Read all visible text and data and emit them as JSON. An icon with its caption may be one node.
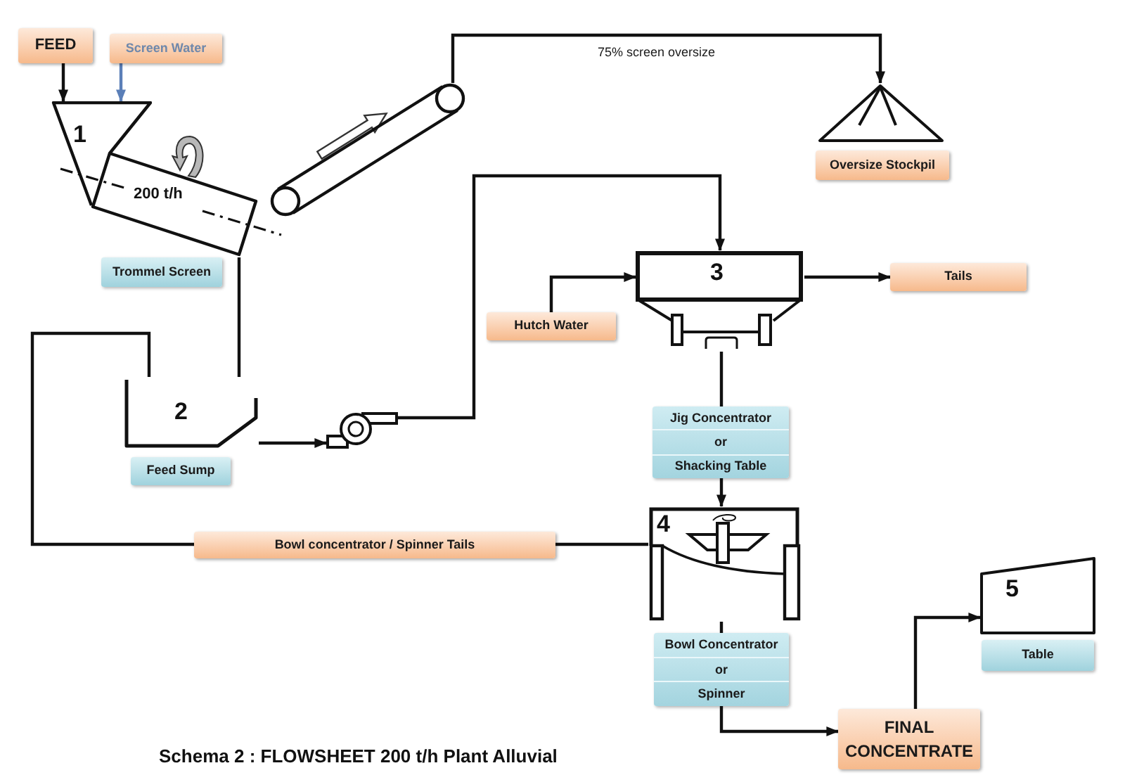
{
  "diagram": {
    "caption": "Schema 2 : FLOWSHEET 200 t/h Plant Alluvial",
    "nodes": [
      {
        "text": [
          "FEED"
        ]
      },
      {
        "text": [
          "Screen Water"
        ]
      },
      {
        "text": [
          "1"
        ]
      },
      {
        "text": [
          "200 t/h"
        ]
      },
      {
        "text": [
          "Trommel Screen"
        ]
      },
      {
        "text": [],
        "shape": "conveyor"
      },
      {
        "text": [],
        "shape": "triangle"
      },
      {
        "text": [
          "Oversize Stockpil"
        ]
      },
      {
        "text": [
          "2"
        ]
      },
      {
        "text": [
          "Feed Sump"
        ]
      },
      {
        "text": [],
        "shape": "pump"
      },
      {
        "text": [
          "3"
        ]
      },
      {
        "text": [
          "Hutch Water"
        ]
      },
      {
        "text": [
          "Tails"
        ]
      },
      {
        "text": [
          "Jig Concentrator",
          "or",
          "Shacking Table"
        ]
      },
      {
        "text": [
          "4"
        ]
      },
      {
        "text": [
          "Bowl concentrator / Spinner Tails"
        ]
      },
      {
        "text": [
          "Bowl Concentrator",
          "or",
          "Spinner"
        ]
      },
      {
        "text": [
          "FINAL CONCENTRATE"
        ]
      },
      {
        "text": [
          "5"
        ]
      },
      {
        "text": [
          "Table"
        ]
      }
    ],
    "edges": [
      {
        "from": 0,
        "to": 2,
        "arrow": "to"
      },
      {
        "from": 1,
        "to": 2,
        "arrow": "to",
        "color": "#5b7fb8"
      },
      {
        "from": 5,
        "to": 6,
        "arrow": "to",
        "label": "75% screen oversize"
      },
      {
        "from": 3,
        "to": 8,
        "arrow": "none"
      },
      {
        "from": 8,
        "to": 10,
        "arrow": "to"
      },
      {
        "from": 10,
        "to": 11,
        "arrow": "to"
      },
      {
        "from": 12,
        "to": 11,
        "arrow": "to"
      },
      {
        "from": 11,
        "to": 13,
        "arrow": "to"
      },
      {
        "from": 11,
        "to": 14,
        "arrow": "none"
      },
      {
        "from": 14,
        "to": 15,
        "arrow": "to"
      },
      {
        "from": 15,
        "to": 16,
        "arrow": "none"
      },
      {
        "from": 16,
        "to": 8,
        "arrow": "none"
      },
      {
        "from": 15,
        "to": 17,
        "arrow": "none"
      },
      {
        "from": 17,
        "to": 18,
        "arrow": "to"
      },
      {
        "from": 18,
        "to": 19,
        "arrow": "to"
      }
    ]
  }
}
